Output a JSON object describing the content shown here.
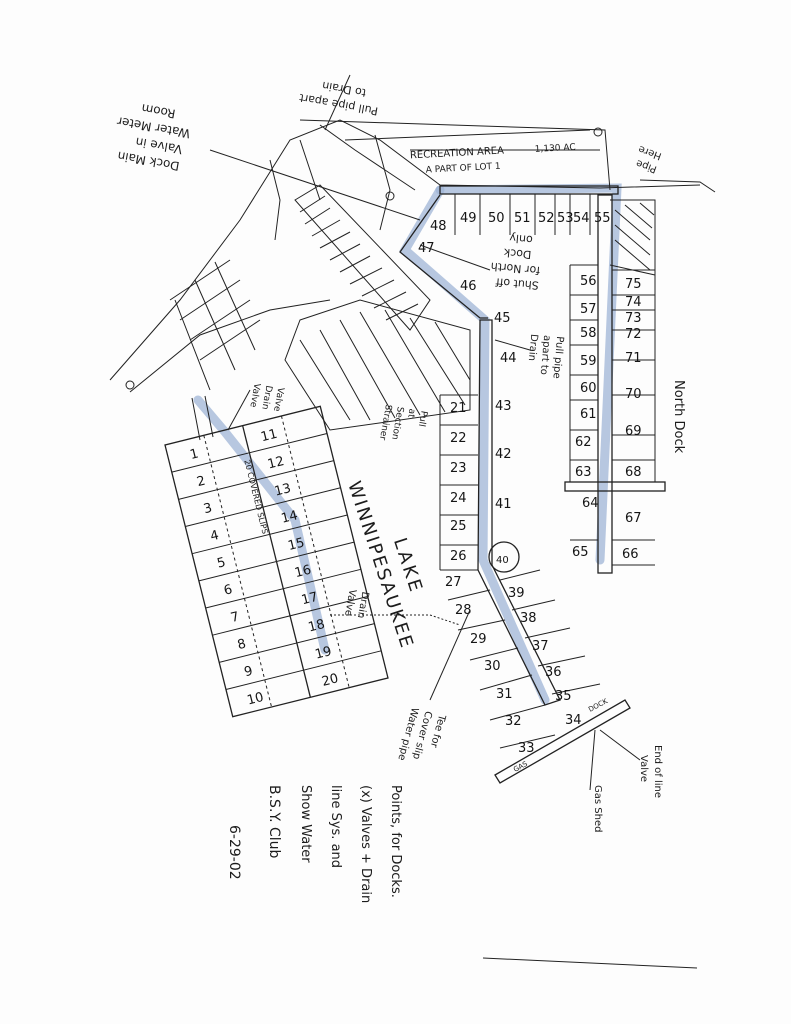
{
  "colors": {
    "ink": "#222222",
    "pipe_highlight": "#9fb4d6",
    "paper": "#fdfdfd"
  },
  "labels": {
    "recreation_area": "RECREATION AREA",
    "recreation_area_size": "1,130 AC",
    "recreation_area_part": "A PART OF LOT 1",
    "dock_main_valve": [
      "Dock Main",
      "Valve in",
      "Water Meter",
      "Room"
    ],
    "pull_pipe_upper": [
      "Pull pipe apart",
      "to Drain"
    ],
    "pipe_note_right": [
      "Pipe",
      "Here"
    ],
    "shutoff_north_dock": [
      "Shut off",
      "for North",
      "Dock",
      "only"
    ],
    "pull_pipe_lower": [
      "Pull pipe",
      "apart to",
      "Drain"
    ],
    "pull_at_section": [
      "Pull",
      "at",
      "Section",
      "Strainer"
    ],
    "valve_drain_valve": [
      "Valve",
      "Drain",
      "Valve"
    ],
    "drain_valve_mid": [
      "Drain",
      "Valve"
    ],
    "tee_for_slip": [
      "Tee for",
      "Cover slip",
      "Water pipe"
    ],
    "end_of_line_valve": [
      "End of line",
      "Valve"
    ],
    "gas_shed": "Gas Shed",
    "gas": "GAS",
    "dock_bottom": "DOCK",
    "north_dock": "North Dock",
    "lake": [
      "LAKE",
      "WINNIPESAUKEE"
    ],
    "covered_slips": "20 COVERED SLIPS",
    "club": "B.S.Y. Club",
    "desc_line1": "Show Water",
    "desc_line2": "line Sys. and",
    "desc_line3": "(x) Valves + Drain",
    "desc_line4": "Points, for Docks.",
    "date": "6-29-02"
  },
  "slips": {
    "covered_left": [
      "1",
      "2",
      "3",
      "4",
      "5",
      "6",
      "7",
      "8",
      "9",
      "10"
    ],
    "covered_right": [
      "11",
      "12",
      "13",
      "14",
      "15",
      "16",
      "17",
      "18",
      "19",
      "20"
    ],
    "main_left": [
      "21",
      "22",
      "23",
      "24",
      "25",
      "26",
      "27",
      "28",
      "29",
      "30",
      "31",
      "32",
      "33"
    ],
    "main_right": [
      "43",
      "42",
      "41",
      "40",
      "39",
      "38",
      "37",
      "36",
      "35",
      "34"
    ],
    "upper_dock": [
      "44",
      "45",
      "46",
      "47",
      "48"
    ],
    "top_row": [
      "49",
      "50",
      "51",
      "52",
      "53",
      "54",
      "55"
    ],
    "north_left": [
      "56",
      "57",
      "58",
      "59",
      "60",
      "61",
      "62",
      "63",
      "64",
      "65"
    ],
    "north_right": [
      "75",
      "74",
      "73",
      "72",
      "71",
      "70",
      "69",
      "68",
      "67",
      "66"
    ]
  }
}
